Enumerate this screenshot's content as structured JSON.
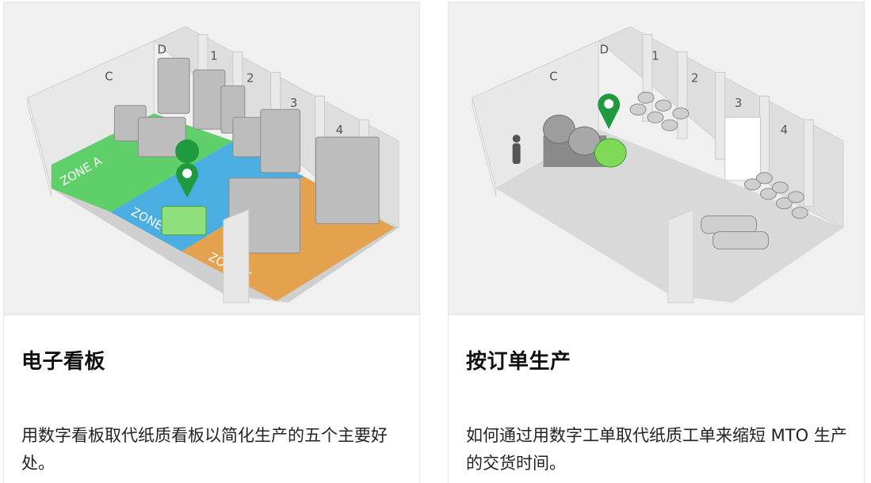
{
  "cards": [
    {
      "title": "电子看板",
      "description": "用数字看板取代纸质看板以简化生产的五个主要好处。",
      "illustration": {
        "zone_labels": [
          "ZONE A",
          "ZONE B",
          "ZONE C"
        ],
        "wall_labels": [
          "C",
          "D",
          "1",
          "2",
          "3",
          "4"
        ],
        "zone_colors": {
          "zone_a": "#5fcf6a",
          "zone_b": "#4aaee0",
          "zone_c": "#e4a24f"
        },
        "marker_icon": "location-pin-icon"
      }
    },
    {
      "title": "按订单生产",
      "description": "如何通过用数字工单取代纸质工单来缩短 MTO 生产的交货时间。",
      "illustration": {
        "wall_labels": [
          "C",
          "D",
          "1",
          "2",
          "3",
          "4"
        ],
        "marker_icon": "location-pin-icon"
      }
    }
  ],
  "colors": {
    "accent": "#1f9a3e",
    "floor": "#d9d9d9",
    "wall": "#ececec"
  }
}
